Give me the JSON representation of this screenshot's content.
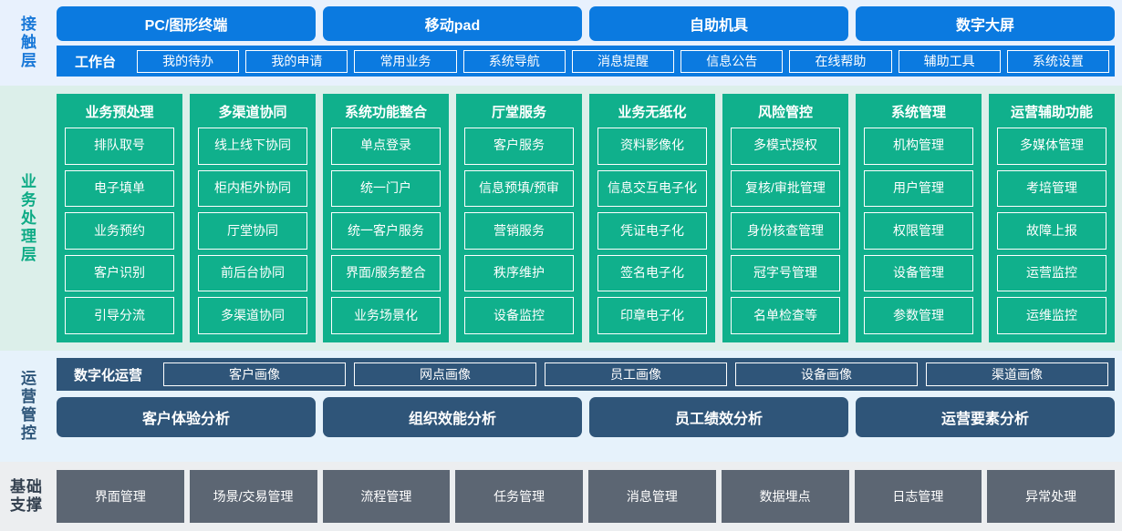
{
  "layers": {
    "contact": {
      "label": "接触层",
      "accent": "#0b7ae0",
      "band_bg": "#e8f1fd",
      "channels": [
        {
          "label": "PC/图形终端"
        },
        {
          "label": "移动pad"
        },
        {
          "label": "自助机具"
        },
        {
          "label": "数字大屏"
        }
      ],
      "workbench_title": "工作台",
      "workbench_items": [
        {
          "label": "我的待办"
        },
        {
          "label": "我的申请"
        },
        {
          "label": "常用业务"
        },
        {
          "label": "系统导航"
        },
        {
          "label": "消息提醒"
        },
        {
          "label": "信息公告"
        },
        {
          "label": "在线帮助"
        },
        {
          "label": "辅助工具"
        },
        {
          "label": "系统设置"
        }
      ]
    },
    "business": {
      "label": "业务处理层",
      "accent": "#10b08c",
      "band_bg": "#dcefea",
      "columns": [
        {
          "title": "业务预处理",
          "items": [
            "排队取号",
            "电子填单",
            "业务预约",
            "客户识别",
            "引导分流"
          ]
        },
        {
          "title": "多渠道协同",
          "items": [
            "线上线下协同",
            "柜内柜外协同",
            "厅堂协同",
            "前后台协同",
            "多渠道协同"
          ]
        },
        {
          "title": "系统功能整合",
          "items": [
            "单点登录",
            "统一门户",
            "统一客户服务",
            "界面/服务整合",
            "业务场景化"
          ]
        },
        {
          "title": "厅堂服务",
          "items": [
            "客户服务",
            "信息预填/预审",
            "营销服务",
            "秩序维护",
            "设备监控"
          ]
        },
        {
          "title": "业务无纸化",
          "items": [
            "资料影像化",
            "信息交互电子化",
            "凭证电子化",
            "签名电子化",
            "印章电子化"
          ]
        },
        {
          "title": "风险管控",
          "items": [
            "多模式授权",
            "复核/审批管理",
            "身份核查管理",
            "冠字号管理",
            "名单检查等"
          ]
        },
        {
          "title": "系统管理",
          "items": [
            "机构管理",
            "用户管理",
            "权限管理",
            "设备管理",
            "参数管理"
          ]
        },
        {
          "title": "运营辅助功能",
          "items": [
            "多媒体管理",
            "考培管理",
            "故障上报",
            "运营监控",
            "运维监控"
          ]
        }
      ]
    },
    "ops": {
      "label": "运营管控",
      "accent": "#2f5579",
      "band_bg": "#e6f2fb",
      "digital_ops_title": "数字化运营",
      "portraits": [
        {
          "label": "客户画像"
        },
        {
          "label": "网点画像"
        },
        {
          "label": "员工画像"
        },
        {
          "label": "设备画像"
        },
        {
          "label": "渠道画像"
        }
      ],
      "analyses": [
        {
          "label": "客户体验分析"
        },
        {
          "label": "组织效能分析"
        },
        {
          "label": "员工绩效分析"
        },
        {
          "label": "运营要素分析"
        }
      ]
    },
    "foundation": {
      "label_line1": "基础",
      "label_line2": "支撑",
      "accent": "#5c6673",
      "band_bg": "#eceef0",
      "items": [
        {
          "label": "界面管理"
        },
        {
          "label": "场景/交易管理"
        },
        {
          "label": "流程管理"
        },
        {
          "label": "任务管理"
        },
        {
          "label": "消息管理"
        },
        {
          "label": "数据埋点"
        },
        {
          "label": "日志管理"
        },
        {
          "label": "异常处理"
        }
      ]
    }
  }
}
